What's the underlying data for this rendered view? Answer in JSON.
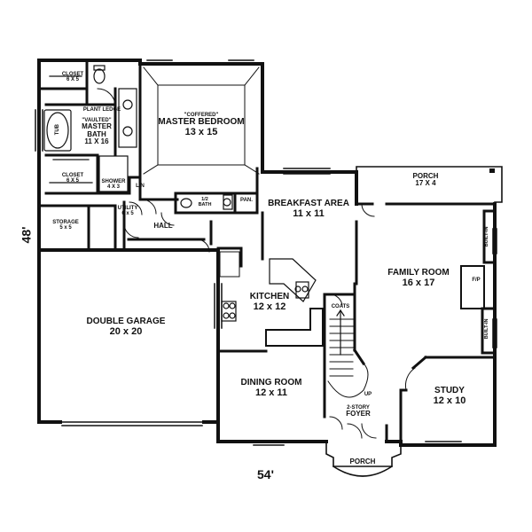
{
  "plan": {
    "dimensions": {
      "width": "54'",
      "depth": "48'"
    },
    "rooms": {
      "closet_top": {
        "name": "CLOSET",
        "size": "6 X 5"
      },
      "plant_ledge": {
        "name": "PLANT LEDGE"
      },
      "tub": {
        "name": "TUB"
      },
      "master_bath": {
        "note": "\"VAULTED\"",
        "name": "MASTER",
        "name2": "BATH",
        "size": "11 X 16"
      },
      "master_bedroom": {
        "note": "\"COFFERED\"",
        "name": "MASTER BEDROOM",
        "size": "13 x 15"
      },
      "closet_lower": {
        "name": "CLOSET",
        "size": "6 X 5"
      },
      "shower": {
        "name": "SHOWER",
        "size": "4 X 3"
      },
      "linen": {
        "name": "LIN"
      },
      "half_bath": {
        "name": "1/2",
        "name2": "BATH"
      },
      "pantry": {
        "name": "PAN."
      },
      "storage": {
        "name": "STORAGE",
        "size": "5 x 5"
      },
      "utility": {
        "name": "UTILITY",
        "size": "6 x 5"
      },
      "hall": {
        "name": "HALL"
      },
      "breakfast": {
        "name": "BREAKFAST AREA",
        "size": "11 x 11"
      },
      "porch_rear": {
        "name": "PORCH",
        "size": "17 X 4"
      },
      "built_in_top": {
        "name": "BUILT-IN"
      },
      "built_in_bottom": {
        "name": "BUILT-IN"
      },
      "family_room": {
        "name": "FAMILY ROOM",
        "size": "16 x 17"
      },
      "fireplace": {
        "name": "F/P"
      },
      "kitchen": {
        "name": "KITCHEN",
        "size": "12 x 12"
      },
      "coats": {
        "name": "COATS"
      },
      "garage": {
        "name": "DOUBLE GARAGE",
        "size": "20 x 20"
      },
      "dining": {
        "name": "DINING ROOM",
        "size": "12 x 11"
      },
      "stair_up": {
        "name": "UP"
      },
      "foyer": {
        "name": "2-STORY",
        "name2": "FOYER"
      },
      "study": {
        "name": "STUDY",
        "size": "12 x 10"
      },
      "porch_front": {
        "name": "PORCH"
      }
    }
  }
}
